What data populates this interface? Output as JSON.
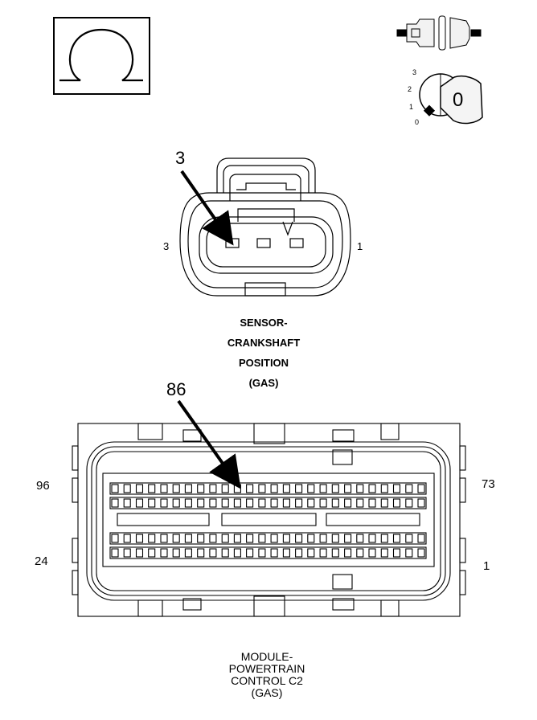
{
  "icons": {
    "ohm": "ohm-meter-icon",
    "disconnect": "disconnected-connector-icon",
    "ignition": "ignition-key-icon",
    "ignition_positions": [
      "3",
      "2",
      "1",
      "0"
    ],
    "key_position": "0"
  },
  "sensor": {
    "pin_left": "3",
    "pin_right": "1",
    "callout": "3",
    "name_lines": [
      "SENSOR-",
      "CRANKSHAFT",
      "POSITION",
      "(GAS)"
    ]
  },
  "module": {
    "pin_top_left": "96",
    "pin_bottom_left": "24",
    "pin_top_right": "73",
    "pin_bottom_right": "1",
    "callout": "86",
    "name_lines": [
      "MODULE-",
      "POWERTRAIN",
      "CONTROL C2",
      "(GAS)"
    ]
  }
}
